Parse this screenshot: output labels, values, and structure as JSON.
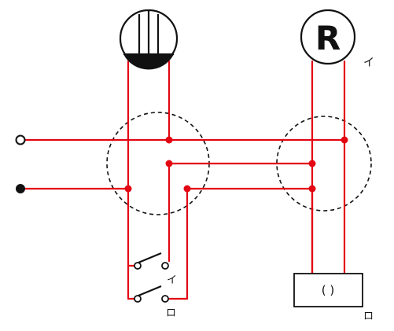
{
  "colors": {
    "wire": "#e30613",
    "ink": "#111111",
    "background": "#ffffff"
  },
  "lamp_r": {
    "symbol": "R",
    "label": "イ"
  },
  "switch_upper": {
    "label": "イ"
  },
  "switch_lower": {
    "label": "ロ"
  },
  "receptacle": {
    "text": "(     )",
    "label": "ロ"
  },
  "icons": {
    "ceiling_lamp": "ceiling-light-fixture-icon",
    "red_lamp": "pilot-lamp-r-icon",
    "terminal_open": "open-terminal-icon",
    "terminal_filled": "filled-terminal-icon",
    "junction_box": "junction-box-icon"
  }
}
